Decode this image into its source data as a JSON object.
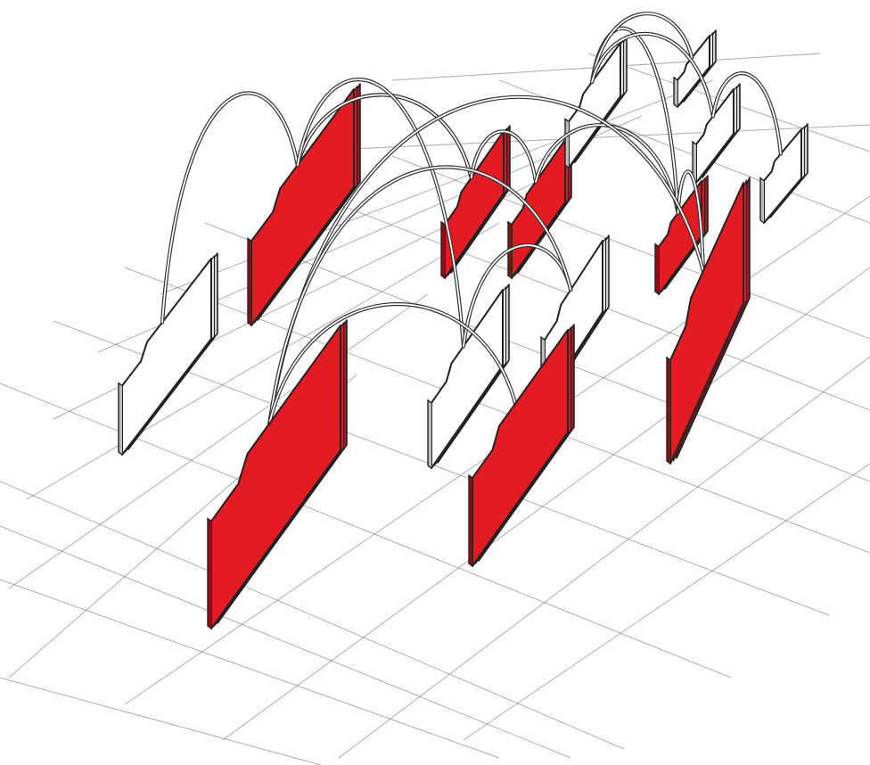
{
  "colors": {
    "background": "#ffffff",
    "grid": "#6a6a6a",
    "folder_red": "#e31b23",
    "folder_red_back": "#b3121a",
    "folder_white": "#ffffff",
    "folder_white_back": "#dcdcdc",
    "outline": "#222222",
    "link": "#333333"
  },
  "folders": [
    {
      "id": "f1",
      "kind": "red"
    },
    {
      "id": "f2",
      "kind": "red"
    },
    {
      "id": "f3",
      "kind": "red"
    },
    {
      "id": "f4",
      "kind": "red"
    },
    {
      "id": "f5",
      "kind": "red"
    },
    {
      "id": "f6",
      "kind": "red"
    },
    {
      "id": "f7",
      "kind": "red"
    },
    {
      "id": "f8",
      "kind": "white"
    },
    {
      "id": "f9",
      "kind": "white"
    },
    {
      "id": "f10",
      "kind": "white"
    },
    {
      "id": "f11",
      "kind": "white"
    },
    {
      "id": "f12",
      "kind": "white"
    },
    {
      "id": "f13",
      "kind": "white"
    },
    {
      "id": "f14",
      "kind": "white"
    }
  ],
  "links": [
    {
      "from": "f8",
      "to": "f1"
    },
    {
      "from": "f1",
      "to": "f2"
    },
    {
      "from": "f2",
      "to": "f1"
    },
    {
      "from": "f1",
      "to": "f9"
    },
    {
      "from": "f2",
      "to": "f3"
    },
    {
      "from": "f3",
      "to": "f4"
    },
    {
      "from": "f4",
      "to": "f11"
    },
    {
      "from": "f11",
      "to": "f12"
    },
    {
      "from": "f11",
      "to": "f13"
    },
    {
      "from": "f13",
      "to": "f14"
    },
    {
      "from": "f4",
      "to": "f5"
    },
    {
      "from": "f5",
      "to": "f7"
    },
    {
      "from": "f9",
      "to": "f10"
    },
    {
      "from": "f10",
      "to": "f7"
    },
    {
      "from": "f6",
      "to": "f7"
    }
  ]
}
